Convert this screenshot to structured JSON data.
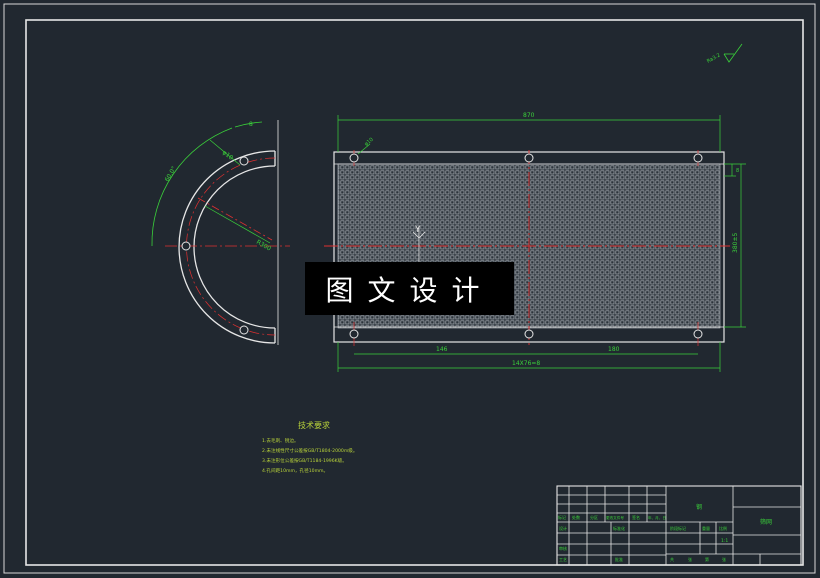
{
  "drawing": {
    "dim_total_width": "870",
    "dim_seg_left": "146",
    "dim_seg_right": "180",
    "dim_bottom_total": "14X76=8",
    "dim_height": "380±5",
    "dim_hole": "φ10",
    "dim_arc_r": "R300",
    "dim_arc_angle": "60.0°",
    "dim_side": "8",
    "roughness": "Ra3.2",
    "mark_y": "Y"
  },
  "notes": {
    "title": "技术要求",
    "items": [
      "1.去毛刺、锐边。",
      "2.未注线性尺寸公差按GB/T1804-2000m级。",
      "3.未注形位公差按GB/T1184-1996K级。",
      "4.孔间距10mm，孔径10mm。"
    ]
  },
  "title_block": {
    "material": "钢",
    "part_name": "筛网",
    "scale": "1:1",
    "col_labels": [
      "标记",
      "处数",
      "分区",
      "更改文件号",
      "签名",
      "年、月、日"
    ],
    "design": "设计",
    "standardize": "标准化",
    "stage_mark": "阶段标记",
    "weight": "重量",
    "scale_label": "比例",
    "review": "审核",
    "process": "工艺",
    "approve": "批准",
    "sheet_total": "共",
    "sheet_page": "第",
    "sheet_unit1": "张",
    "sheet_unit2": "张"
  },
  "watermark": "图文设计",
  "colors": {
    "background": "#212830",
    "frame": "#e6e6e6",
    "dimension": "#3ad13a",
    "centerline": "#e03030",
    "notes": "#b8d23a",
    "watermark_bg": "#000000"
  }
}
